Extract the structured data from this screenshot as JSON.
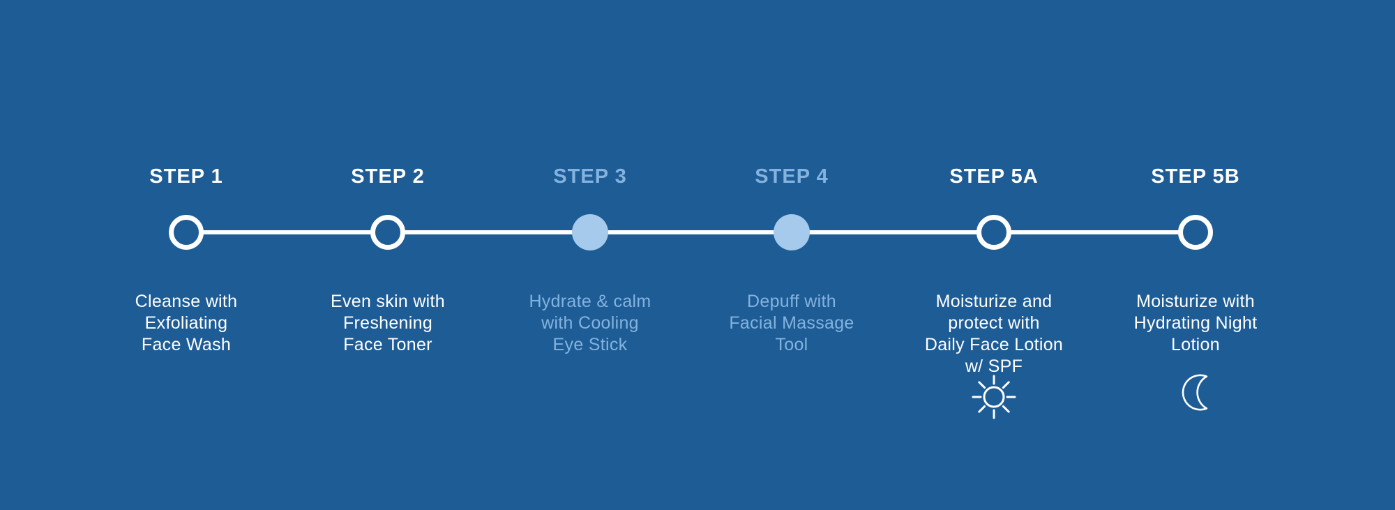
{
  "colors": {
    "background": "#1e5c96",
    "foreground": "#ffffff",
    "accent_text": "#83b3de",
    "accent_circle": "#a5caeb",
    "line": "#ffffff"
  },
  "timeline": {
    "steps": [
      {
        "label": "STEP 1",
        "description": "Cleanse with\nExfoliating\nFace Wash",
        "tone": "white",
        "node": "outline",
        "icon": null
      },
      {
        "label": "STEP 2",
        "description": "Even skin with\nFreshening\nFace Toner",
        "tone": "white",
        "node": "outline",
        "icon": null
      },
      {
        "label": "STEP 3",
        "description": "Hydrate & calm\nwith Cooling\nEye Stick",
        "tone": "accent",
        "node": "filled",
        "icon": null
      },
      {
        "label": "STEP 4",
        "description": "Depuff with\nFacial Massage\nTool",
        "tone": "accent",
        "node": "filled",
        "icon": null
      },
      {
        "label": "STEP 5A",
        "description": "Moisturize and\nprotect with\nDaily Face Lotion\nw/ SPF",
        "tone": "white",
        "node": "outline",
        "icon": "sun-icon"
      },
      {
        "label": "STEP 5B",
        "description": "Moisturize with\nHydrating Night\nLotion",
        "tone": "white",
        "node": "outline",
        "icon": "moon-icon"
      }
    ]
  }
}
